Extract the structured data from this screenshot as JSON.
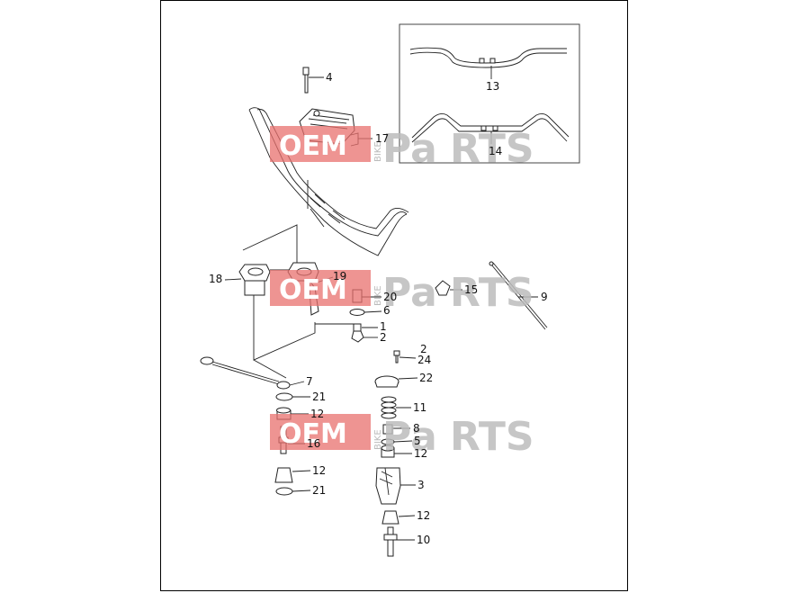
{
  "callouts": [
    {
      "id": "c4",
      "text": "4"
    },
    {
      "id": "c17",
      "text": "17"
    },
    {
      "id": "c13",
      "text": "13"
    },
    {
      "id": "c14",
      "text": "14"
    },
    {
      "id": "c18",
      "text": "18"
    },
    {
      "id": "c19",
      "text": "19"
    },
    {
      "id": "c20",
      "text": "20"
    },
    {
      "id": "c6",
      "text": "6"
    },
    {
      "id": "c1",
      "text": "1"
    },
    {
      "id": "c2a",
      "text": "2"
    },
    {
      "id": "c15",
      "text": "15"
    },
    {
      "id": "c9",
      "text": "9"
    },
    {
      "id": "c2b",
      "text": "2"
    },
    {
      "id": "c24",
      "text": "24"
    },
    {
      "id": "c7",
      "text": "7"
    },
    {
      "id": "c21a",
      "text": "21"
    },
    {
      "id": "c22",
      "text": "22"
    },
    {
      "id": "c11",
      "text": "11"
    },
    {
      "id": "c12a",
      "text": "12"
    },
    {
      "id": "c8",
      "text": "8"
    },
    {
      "id": "c16",
      "text": "16"
    },
    {
      "id": "c5",
      "text": "5"
    },
    {
      "id": "c12b",
      "text": "12"
    },
    {
      "id": "c12c",
      "text": "12"
    },
    {
      "id": "c3",
      "text": "3"
    },
    {
      "id": "c21b",
      "text": "21"
    },
    {
      "id": "c12d",
      "text": "12"
    },
    {
      "id": "c10",
      "text": "10"
    }
  ],
  "watermark": {
    "brand": "OEM",
    "side": "BIKE",
    "parts_a": "Pa",
    "parts_b": "RTS",
    "colors": {
      "red": "#e8706e",
      "grey": "#bdbdbd"
    }
  }
}
